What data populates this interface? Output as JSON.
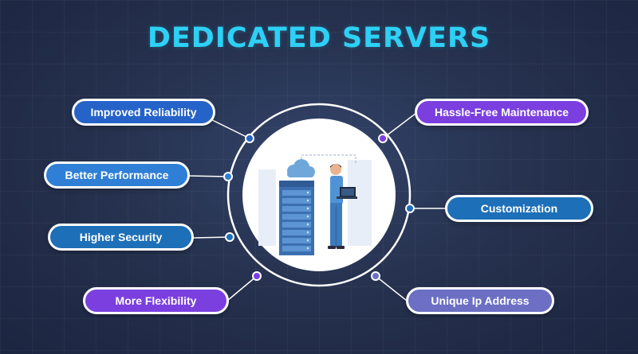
{
  "title": "DEDICATED SERVERS",
  "features": {
    "improved_reliability": "Improved Reliability",
    "better_performance": "Better Performance",
    "higher_security": "Higher Security",
    "more_flexibility": "More Flexibility",
    "hassle_free_maintenance": "Hassle-Free Maintenance",
    "customization": "Customization",
    "unique_ip_address": "Unique Ip Address"
  },
  "colors": {
    "title": "#2ed0f5",
    "blue": "#2563c9",
    "blue_light": "#2f7fd6",
    "teal": "#1d6fb8",
    "purple": "#7b3fe0",
    "lavender": "#6c6fc4"
  }
}
